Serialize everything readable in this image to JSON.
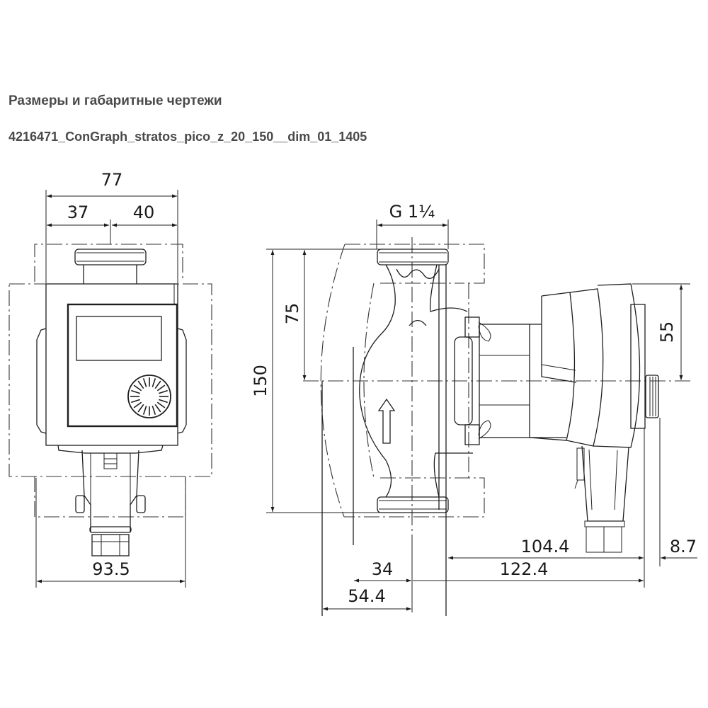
{
  "header": {
    "title": "Размеры и габаритные чертежи",
    "subtitle": "4216471_ConGraph_stratos_pico_z_20_150__dim_01_1405"
  },
  "front_view": {
    "dim_total_width_top": "77",
    "dim_left_part": "37",
    "dim_right_part": "40",
    "dim_total_width_bottom": "93.5"
  },
  "side_view": {
    "dim_thread": "G 1¼",
    "dim_height_total": "150",
    "dim_height_half": "75",
    "dim_motor_height": "55",
    "dim_depth_104": "104.4",
    "dim_depth_122": "122.4",
    "dim_knob": "8.7",
    "dim_34": "34",
    "dim_54": "54.4"
  },
  "icons": {
    "flow_arrow": "flow-direction-arrow-icon",
    "control_knob": "control-knob-icon"
  }
}
